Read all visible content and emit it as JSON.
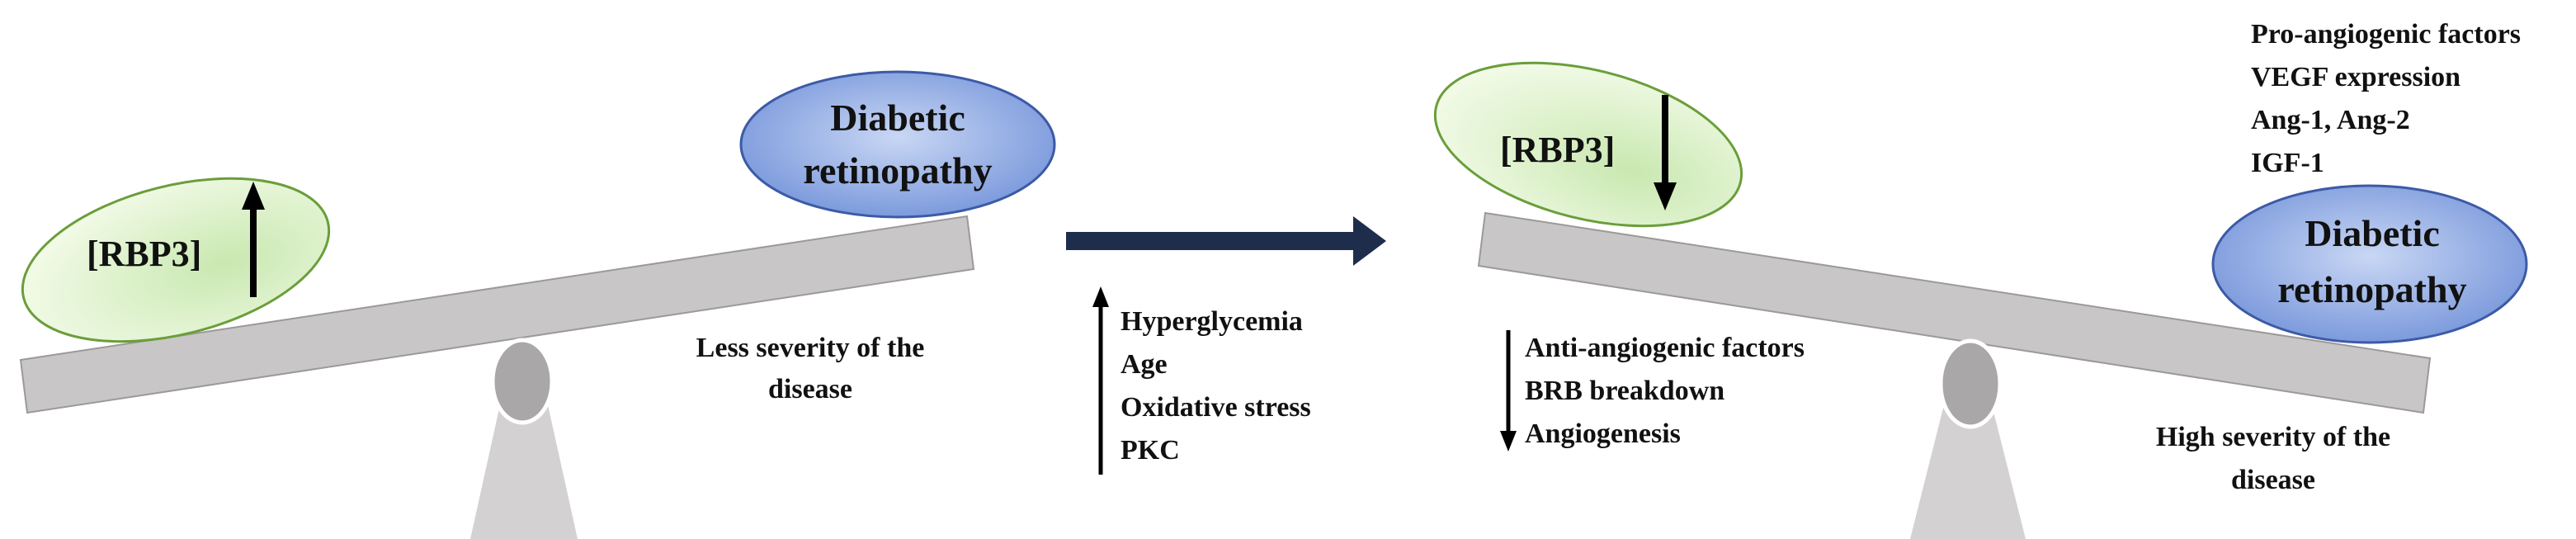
{
  "left_panel": {
    "rbp3_label": "[RBP3]",
    "dr_label_line1": "Diabetic",
    "dr_label_line2": "retinopathy",
    "severity_line1": "Less severity of the",
    "severity_line2": "disease",
    "rbp3_arrow_direction": "up"
  },
  "middle": {
    "factors": [
      "Hyperglycemia",
      "Age",
      "Oxidative stress",
      "PKC"
    ],
    "factors_arrow_direction": "up",
    "transition_arrow_color": "#1f2d4d"
  },
  "right_panel": {
    "rbp3_label": "[RBP3]",
    "rbp3_arrow_direction": "down",
    "dr_label_line1": "Diabetic",
    "dr_label_line2": "retinopathy",
    "top_factors": [
      "Pro-angiogenic factors",
      "VEGF expression",
      "Ang-1, Ang-2",
      "IGF-1"
    ],
    "down_factors": [
      "Anti-angiogenic factors",
      "BRB breakdown",
      "Angiogenesis"
    ],
    "down_factors_arrow_direction": "down",
    "severity_line1": "High severity of the",
    "severity_line2": "disease"
  },
  "colors": {
    "rbp3_fill_light": "#f3fbe9",
    "rbp3_fill_dark": "#c9e8b0",
    "rbp3_stroke": "#6a9e3a",
    "dr_fill_light": "#c9d7f4",
    "dr_fill_dark": "#6e8fd8",
    "dr_stroke": "#3c5aa6",
    "beam_fill": "#c8c6c6",
    "beam_stroke": "#9b9999",
    "fulcrum_fill": "#d3d1d1",
    "pivot_fill": "#a9a7a7"
  }
}
